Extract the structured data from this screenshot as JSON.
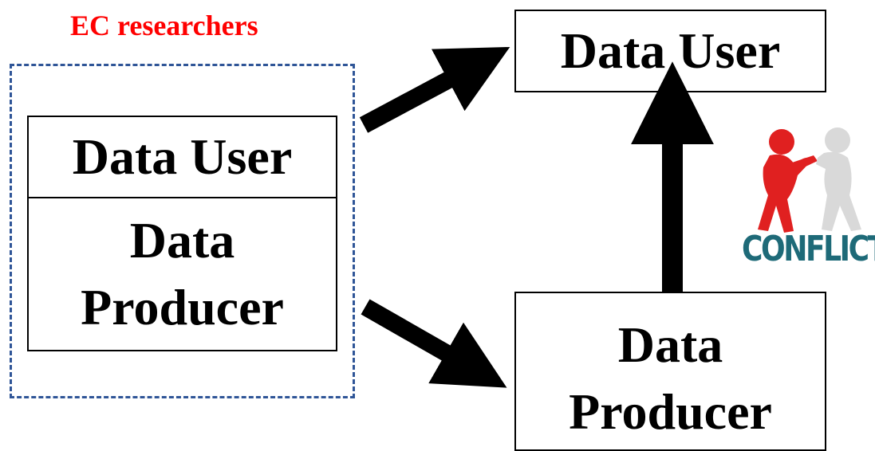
{
  "group": {
    "title": "EC researchers",
    "title_color": "#ff0000",
    "frame_color": "#2f5597",
    "user_label": "Data User",
    "producer_label": "Data\nProducer"
  },
  "right": {
    "user_label": "Data User",
    "producer_label": "Data\nProducer"
  },
  "conflict": {
    "label": "CONFLICT",
    "label_color": "#1e6a78",
    "icon": "two-figures-fighting-icon",
    "fighter_colors": [
      "#e02020",
      "#d9d9d9"
    ]
  }
}
